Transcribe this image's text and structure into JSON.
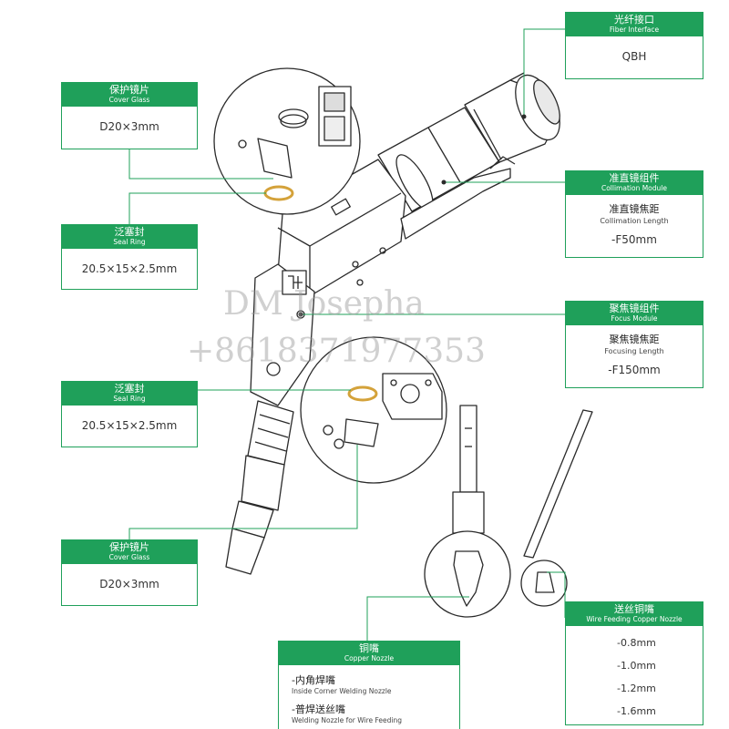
{
  "watermark": {
    "line1": "DM Josepha",
    "line2": "+8618371977353"
  },
  "callouts": {
    "fiber": {
      "cn": "光纤接口",
      "en": "Fiber Interface",
      "value": "QBH"
    },
    "cover_glass_top": {
      "cn": "保护镜片",
      "en": "Cover Glass",
      "value": "D20×3mm"
    },
    "seal_ring_top": {
      "cn": "泛塞封",
      "en": "Seal Ring",
      "value": "20.5×15×2.5mm"
    },
    "collimation": {
      "cn": "准直镜组件",
      "en": "Collimation Module",
      "sub_cn": "准直镜焦距",
      "sub_en": "Collimation Length",
      "value": "-F50mm"
    },
    "focus": {
      "cn": "聚焦镜组件",
      "en": "Focus Module",
      "sub_cn": "聚焦镜焦距",
      "sub_en": "Focusing Length",
      "value": "-F150mm"
    },
    "seal_ring_bottom": {
      "cn": "泛塞封",
      "en": "Seal Ring",
      "value": "20.5×15×2.5mm"
    },
    "cover_glass_bottom": {
      "cn": "保护镜片",
      "en": "Cover Glass",
      "value": "D20×3mm"
    },
    "wire_nozzle": {
      "cn": "送丝铜嘴",
      "en": "Wire Feeding Copper Nozzle",
      "items": [
        "-0.8mm",
        "-1.0mm",
        "-1.2mm",
        "-1.6mm"
      ]
    },
    "copper_nozzle": {
      "cn": "铜嘴",
      "en": "Copper Nozzle",
      "items": [
        {
          "cn": "-内角焊嘴",
          "en": "Inside Corner Welding Nozzle"
        },
        {
          "cn": "-普焊送丝嘴",
          "en": "Welding Nozzle for Wire Feeding"
        }
      ]
    }
  },
  "colors": {
    "accent": "#1fa05a",
    "line": "#2a2a2a",
    "seal": "#d4a23a"
  },
  "icons": {
    "logo": "welding-head-logo-icon"
  }
}
